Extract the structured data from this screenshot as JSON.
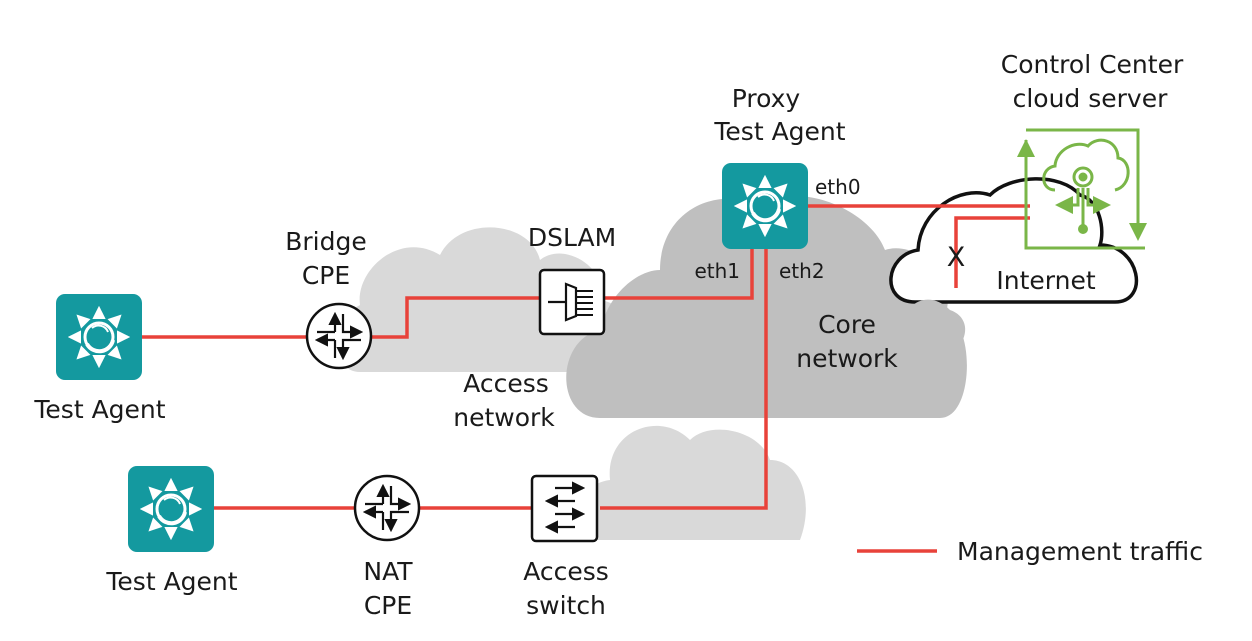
{
  "diagram": {
    "colors": {
      "management_line": "#e8423a",
      "test_agent": "#14999f",
      "cloud_light": "#d9d9d9",
      "cloud_dark": "#bfbfbf",
      "control_center": "#7ab648",
      "stroke": "#111111"
    },
    "nodes": {
      "test_agent_top": {
        "label": "Test Agent",
        "icon": "test-agent-icon"
      },
      "test_agent_bottom": {
        "label": "Test Agent",
        "icon": "test-agent-icon"
      },
      "bridge_cpe": {
        "label_line1": "Bridge",
        "label_line2": "CPE",
        "icon": "router-icon"
      },
      "nat_cpe": {
        "label_line1": "NAT",
        "label_line2": "CPE",
        "icon": "router-icon"
      },
      "dslam": {
        "label": "DSLAM",
        "icon": "dslam-icon"
      },
      "access_switch": {
        "label_line1": "Access",
        "label_line2": "switch",
        "icon": "switch-icon"
      },
      "proxy_test_agent": {
        "label_line1": "Proxy",
        "label_line2": "Test Agent",
        "icon": "test-agent-icon"
      },
      "control_center": {
        "label_line1": "Control Center",
        "label_line2": "cloud server",
        "icon": "cloud-server-icon"
      }
    },
    "clouds": {
      "access_network": {
        "label_line1": "Access",
        "label_line2": "network"
      },
      "core_network": {
        "label_line1": "Core",
        "label_line2": "network"
      },
      "internet": {
        "label": "Internet"
      }
    },
    "interfaces": {
      "eth0": "eth0",
      "eth1": "eth1",
      "eth2": "eth2"
    },
    "blocked_marker": "X",
    "legend": {
      "label": "Management traffic"
    }
  }
}
